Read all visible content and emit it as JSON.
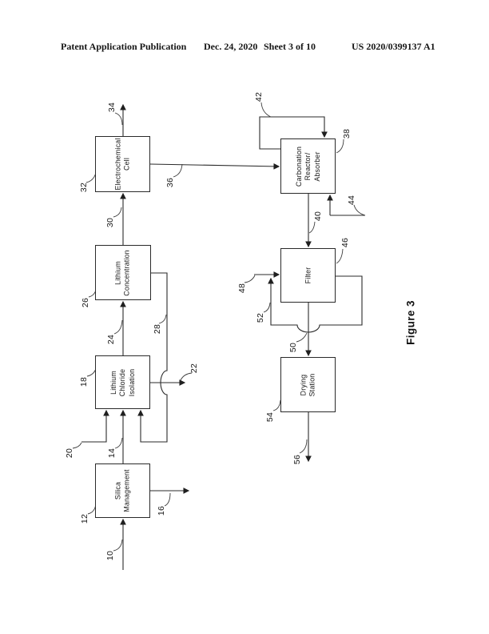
{
  "header": {
    "publisher": "Patent Application Publication",
    "date": "Dec. 24, 2020",
    "sheet": "Sheet 3 of 10",
    "patent_number": "US 2020/0399137 A1"
  },
  "figure_label": "Figure 3",
  "diagram": {
    "boxes": [
      {
        "id": "silica-management",
        "ref": "12",
        "label": "Silica\nManagement"
      },
      {
        "id": "lithium-chloride-isolation",
        "ref": "18",
        "label": "Lithium\nChloride\nIsolation"
      },
      {
        "id": "lithium-concentration",
        "ref": "26",
        "label": "Lithium\nConcentration"
      },
      {
        "id": "electrochemical-cell",
        "ref": "32",
        "label": "Electrochemical\nCell"
      },
      {
        "id": "carbonation-reactor",
        "ref": "38",
        "label": "Carbonation\nReactor/\nAbsorber"
      },
      {
        "id": "filter",
        "ref": "46",
        "label": "Filter"
      },
      {
        "id": "drying-station",
        "ref": "54",
        "label": "Drying\nStation"
      }
    ],
    "refs": {
      "n10": "10",
      "n12": "12",
      "n14": "14",
      "n16": "16",
      "n18": "18",
      "n20": "20",
      "n22": "22",
      "n24": "24",
      "n26": "26",
      "n28": "28",
      "n30": "30",
      "n32": "32",
      "n34": "34",
      "n36": "36",
      "n38": "38",
      "n40": "40",
      "n42": "42",
      "n44": "44",
      "n46": "46",
      "n48": "48",
      "n50": "50",
      "n52": "52",
      "n54": "54",
      "n56": "56"
    }
  }
}
